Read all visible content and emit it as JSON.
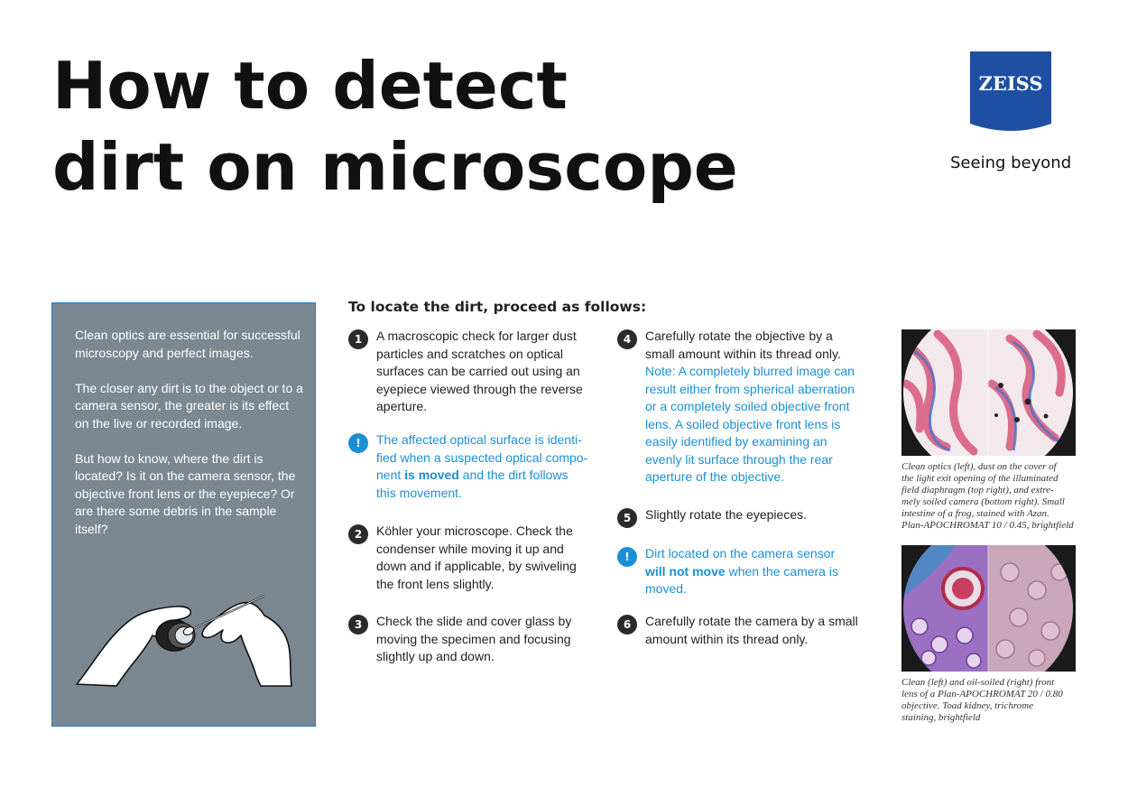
{
  "title": {
    "line1": "How to detect",
    "line2": "dirt on microscope"
  },
  "brand": {
    "logo_text": "ZEISS",
    "tagline": "Seeing beyond",
    "color": "#1e4fa3"
  },
  "intro": {
    "paragraphs": [
      "Clean optics are essential for successful microscopy and perfect images.",
      "The closer any dirt is to the object or to a camera sensor, the greater is its effect on the live or recorded image.",
      "But how to know, where the dirt is located? Is it on the camera sensor, the objective front lens or the eyepiece? Or are there some debris in the sample itself?"
    ],
    "illustration_icon": "hands-cleaning-lens-icon"
  },
  "procedure": {
    "heading": "To locate the dirt, proceed as follows:",
    "step1": {
      "num": "1",
      "lines": [
        "A macroscopic check for larger dust",
        "particles and scratches on optical",
        "surfaces can be carried out using an",
        "eyepiece viewed through the reverse",
        "aperture."
      ]
    },
    "note1": {
      "num": "!",
      "pre": [
        "The affected optical surface is identi-",
        "fied when a suspected optical compo-"
      ],
      "line3_pre": "nent ",
      "line3_bold": "is moved",
      "line3_post": " and the dirt follows",
      "line4": "this movement."
    },
    "step2": {
      "num": "2",
      "lines": [
        "Köhler your microscope. Check the",
        "condenser while moving it up and",
        "down and if applicable, by swiveling",
        "the front lens slightly."
      ]
    },
    "step3": {
      "num": "3",
      "lines": [
        "Check the slide and cover glass by",
        "moving the specimen and focusing",
        "slightly up and down."
      ]
    },
    "step4": {
      "num": "4",
      "lines": [
        "Carefully rotate the objective by a",
        "small amount within its thread only."
      ],
      "note_lines": [
        "Note: A completely blurred image can",
        "result either from spherical aberration",
        "or a completely soiled objective front",
        "lens. A soiled objective front lens is",
        "easily identified by examining an",
        "evenly lit surface through the rear",
        "aperture of the objective."
      ]
    },
    "step5": {
      "num": "5",
      "lines": [
        "Slightly rotate the eyepieces."
      ]
    },
    "note2": {
      "num": "!",
      "line1": "Dirt located on the camera sensor",
      "line2_bold": "will not move",
      "line2_post": " when the camera is",
      "line3": "moved."
    },
    "step6": {
      "num": "6",
      "lines": [
        "Carefully rotate the camera by a small",
        "amount within its thread only."
      ]
    }
  },
  "figures": {
    "fig1_caption": [
      "Clean optics (left), dust on the cover of",
      "the light exit opening of the illuminated",
      "field diaphragm (top right), and extre-",
      "mely soiled camera (bottom right). Small",
      "intestine of a frog, stained with Azan.",
      "Plan-APOCHROMAT 10 / 0.45, brightfield"
    ],
    "fig2_caption": [
      "Clean (left) and oil-soiled (right) front",
      "lens of a Plan-APOCHROMAT 20 / 0.80",
      "objective. Toad kidney, trichrome",
      "staining, brightfield"
    ]
  }
}
